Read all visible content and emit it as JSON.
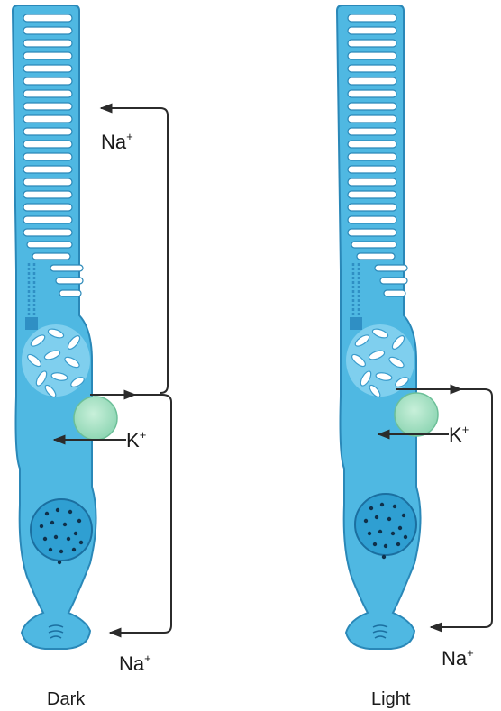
{
  "panels": [
    {
      "id": "dark",
      "caption": "Dark",
      "ions": {
        "na_top": "Na",
        "k": "K",
        "na_bottom": "Na",
        "plus": "+"
      }
    },
    {
      "id": "light",
      "caption": "Light",
      "ions": {
        "k": "K",
        "na_bottom": "Na",
        "plus": "+"
      }
    }
  ],
  "colors": {
    "cell_fill": "#4fb8e2",
    "cell_stroke": "#2a88b8",
    "disc": "#ffffff",
    "mito_area": "#7fcfee",
    "pump": "#a7e3c4",
    "nucleus": "#2f9fd2",
    "nucleus_dots": "#10304a",
    "current_line": "#2b2b2b"
  }
}
